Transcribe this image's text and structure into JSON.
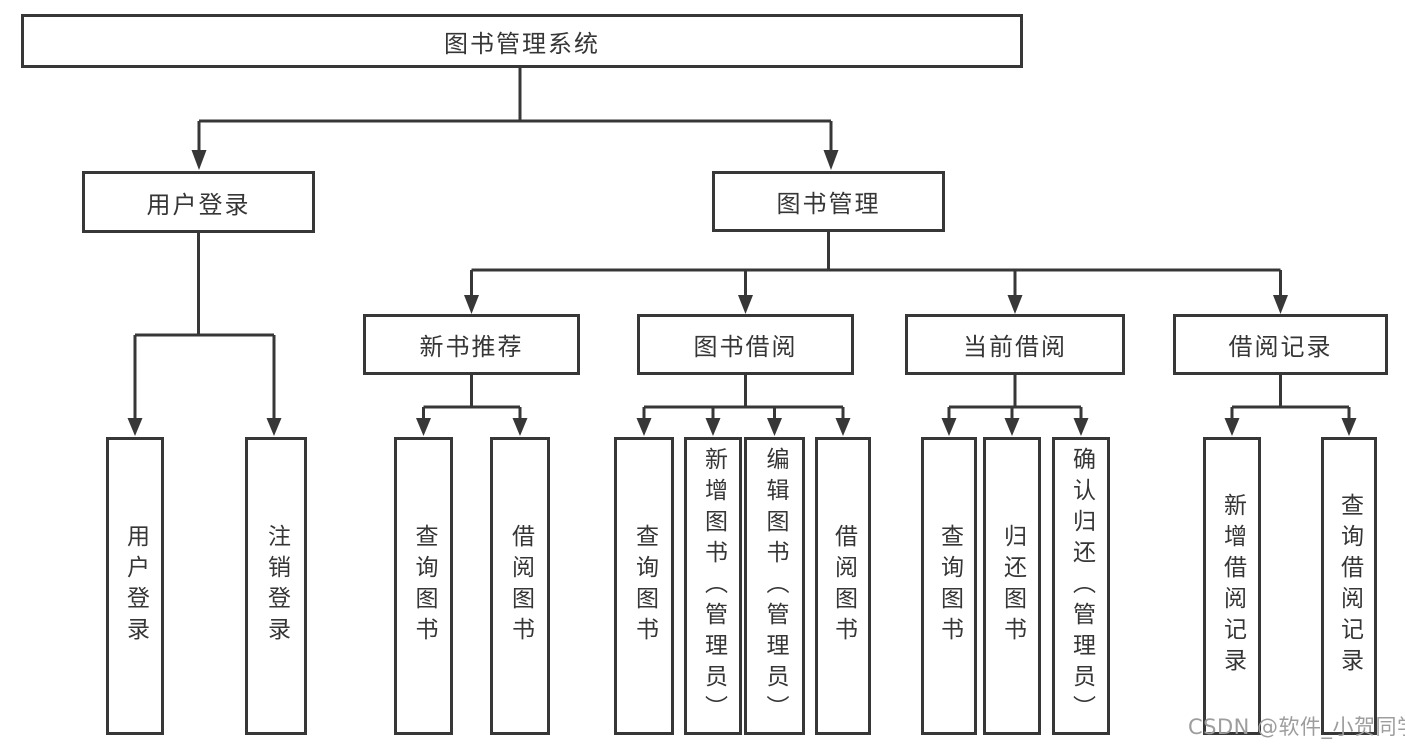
{
  "diagram": {
    "root": "图书管理系统",
    "level1": {
      "user_login": "用户登录",
      "book_management": "图书管理"
    },
    "level2": {
      "new_book_recommend": "新书推荐",
      "book_borrow": "图书借阅",
      "current_borrow": "当前借阅",
      "borrow_records": "借阅记录"
    },
    "leaves": {
      "user_login": "用户登录",
      "logout": "注销登录",
      "recommend_query_book": "查询图书",
      "recommend_borrow_book": "借阅图书",
      "borrow_query_book": "查询图书",
      "borrow_add_book": "新增图书（管理员）",
      "borrow_edit_book": "编辑图书（管理员）",
      "borrow_borrow_book": "借阅图书",
      "current_query_book": "查询图书",
      "current_return_book": "归还图书",
      "current_confirm_return": "确认归还（管理员）",
      "records_add_record": "新增借阅记录",
      "records_query_record": "查询借阅记录"
    }
  },
  "watermark": "CSDN @软件_小贺同学",
  "colors": {
    "line": "#373737",
    "text": "#363636",
    "watermark_gray": "#9d9d9d",
    "background": "#ffffff"
  }
}
